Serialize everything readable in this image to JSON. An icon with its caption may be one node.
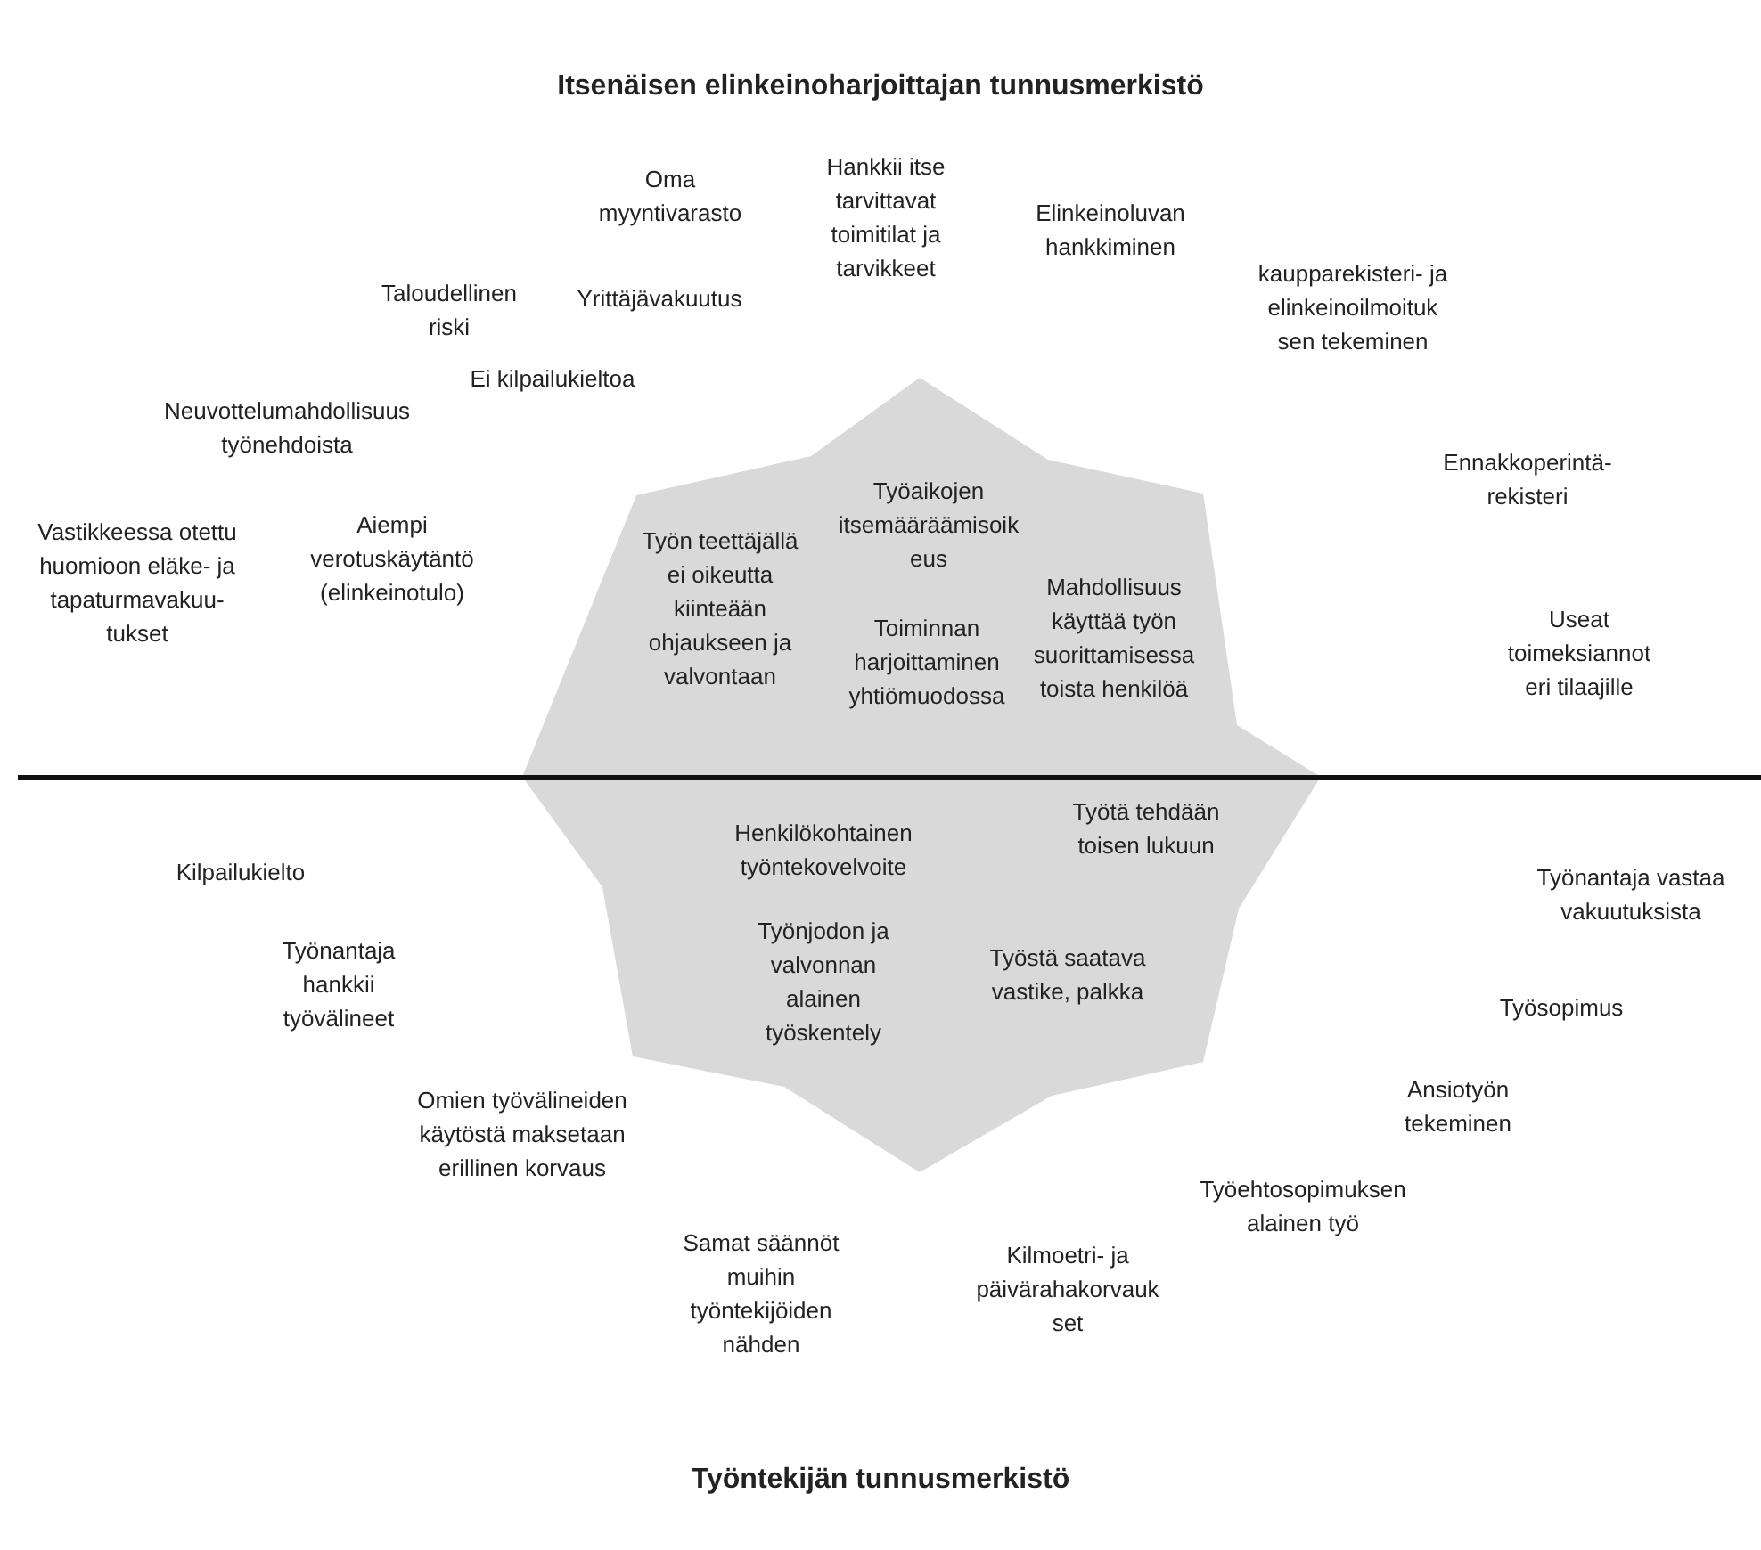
{
  "diagram": {
    "title": "Itsenäisen elinkeinoharjoittajan tunnusmerkistö",
    "caption": "Työntekijän tunnusmerkistö",
    "nodes": [
      {
        "text": [
          "Työaikojen itsemääräämisoik eus",
          "Työn teettäjällä ei oikeutta kiinteään ohjaukseen ja valvontaan",
          "Mahdollisuus käyttää työn suorittamisessa toista henkilöä",
          "Toiminnan harjoittaminen yhtiömuodossa",
          "Työtä tehdään toisen lukuun",
          "Henkilökohtainen työntekovelvoite",
          "Työnjodon ja valvonnan alainen työskentely",
          "Työstä saatava vastike, palkka"
        ]
      }
    ],
    "edges": [],
    "labels": [
      "Hankkii itse tarvittavat toimitilat ja tarvikkeet",
      "Oma myyntivarasto",
      "Elinkeinoluvan hankkiminen",
      "kaupparekisteri- ja elinkeinoilmoituk sen tekeminen",
      "Taloudellinen riski",
      "Yrittäjävakuutus",
      "Ei kilpailukieltoa",
      "Neuvottelumahdollisuus työnehdoista",
      "Ennakkoperintä- rekisteri",
      "Aiempi verotuskäytäntö (elinkeinotulo)",
      "Vastikkeessa otettu huomioon eläke- ja tapaturmavakuu- tukset",
      "Useat toimeksiannot eri tilaajille",
      "Kilpailukielto",
      "Työnantaja vastaa vakuutuksista",
      "Työnantaja hankkii työvälineet",
      "Työsopimus",
      "Omien työvälineiden käytöstä maksetaan erillinen korvaus",
      "Ansiotyön tekeminen",
      "Työehtosopimuksen alainen työ",
      "Samat säännöt muihin työntekijöiden nähden",
      "Kilmoetri- ja päivärahakorvauk set"
    ]
  }
}
